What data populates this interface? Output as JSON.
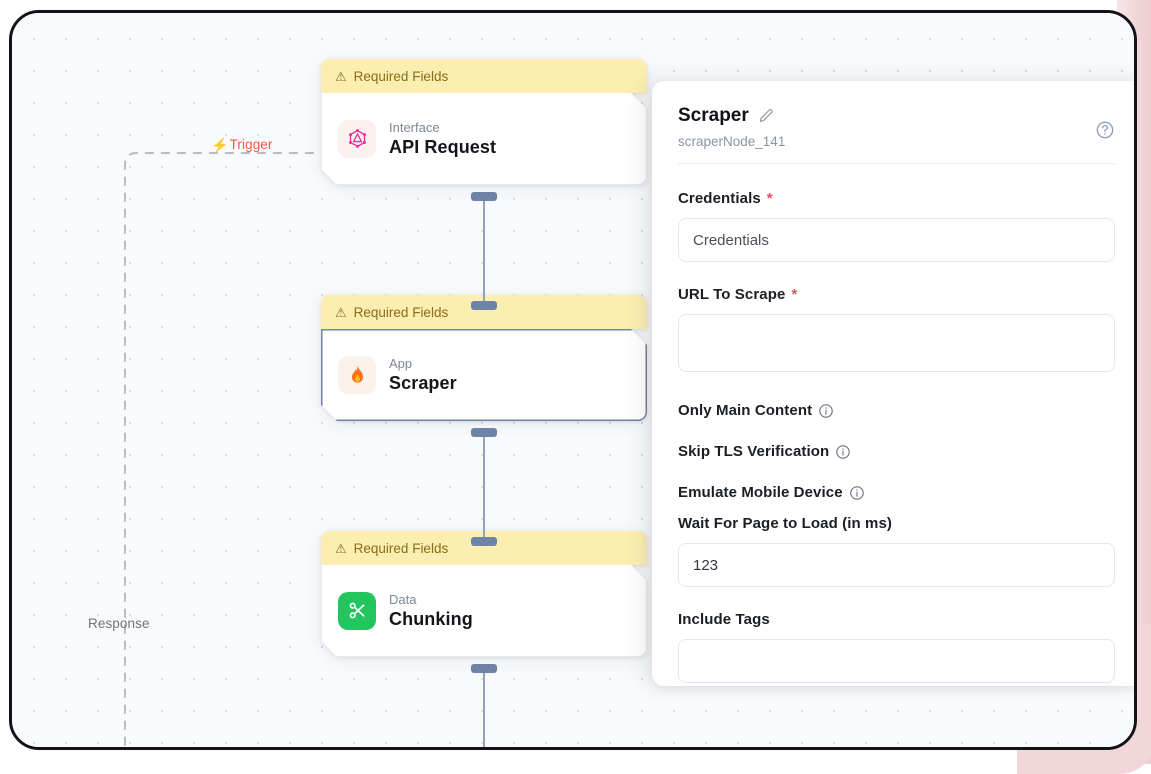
{
  "canvas": {
    "edges": [
      {
        "name": "trigger",
        "label": "Trigger",
        "icon": "lightning-bolt-icon",
        "color": "#f9574a"
      },
      {
        "name": "response",
        "label": "Response",
        "icon": "none",
        "color": "#6e727b"
      }
    ],
    "nodes": [
      {
        "id": "api-request",
        "banner": "Required Fields",
        "banner_icon": "warning-triangle-icon",
        "kind": "Interface",
        "title": "API Request",
        "icon": "graphql-hexagon-icon",
        "icon_color": "#ed2e96",
        "selected": false
      },
      {
        "id": "scraper",
        "banner": "Required Fields",
        "banner_icon": "warning-triangle-icon",
        "kind": "App",
        "title": "Scraper",
        "icon": "flame-icon",
        "icon_color": "#f97316",
        "selected": true
      },
      {
        "id": "chunking",
        "banner": "Required Fields",
        "banner_icon": "warning-triangle-icon",
        "kind": "Data",
        "title": "Chunking",
        "icon": "scissors-icon",
        "icon_color": "#22c55e",
        "selected": false
      }
    ]
  },
  "panel": {
    "title": "Scraper",
    "edit_icon": "pencil-icon",
    "help_icon": "question-circle-icon",
    "node_id": "scraperNode_141",
    "fields": [
      {
        "name": "credentials",
        "label": "Credentials",
        "required": true,
        "required_marker": "*",
        "control": "select",
        "value": "Credentials"
      },
      {
        "name": "url-to-scrape",
        "label": "URL To Scrape",
        "required": true,
        "required_marker": "*",
        "control": "textarea",
        "value": ""
      },
      {
        "name": "only-main-content",
        "label": "Only Main Content",
        "required": false,
        "control": "toggle",
        "info_icon": "info-circle-icon"
      },
      {
        "name": "skip-tls-verification",
        "label": "Skip TLS Verification",
        "required": false,
        "control": "toggle",
        "info_icon": "info-circle-icon"
      },
      {
        "name": "emulate-mobile-device",
        "label": "Emulate Mobile Device",
        "required": false,
        "control": "toggle",
        "info_icon": "info-circle-icon"
      },
      {
        "name": "wait-for-page-to-load",
        "label": "Wait For Page to Load (in ms)",
        "required": false,
        "control": "number",
        "value": "123"
      },
      {
        "name": "include-tags",
        "label": "Include Tags",
        "required": false,
        "control": "text",
        "value": ""
      }
    ]
  },
  "theme": {
    "banner_bg": "#fbeeb0",
    "banner_fg": "#8a6d17",
    "accent_red": "#f4495b",
    "selection": "#6d84a6",
    "canvas_bg": "#f8fafc"
  }
}
